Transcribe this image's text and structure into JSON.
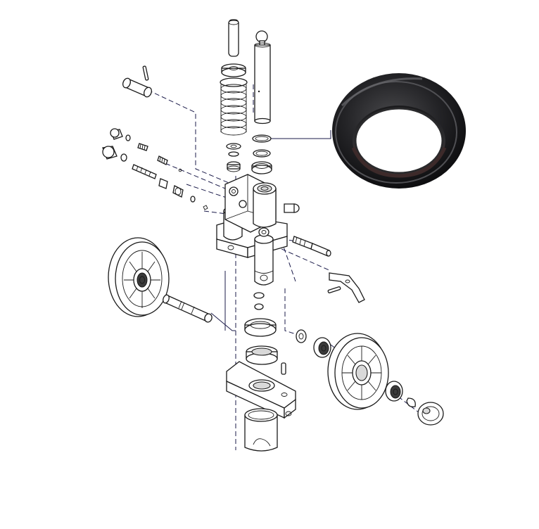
{
  "diagram": {
    "colors": {
      "line": "#1a1a1a",
      "leader": "#1b1b4a",
      "seal": "#1c1c1e",
      "background": "#ffffff"
    },
    "parts": [
      "push-rod",
      "pump-piston",
      "return-spring",
      "lever-pin",
      "release-valve-assembly",
      "pump-body",
      "steering-wheel-left",
      "wheel-axle",
      "thrust-bearing",
      "steering-yoke",
      "king-pin-tube",
      "steering-wheel-right",
      "wheel-bearing",
      "hub-cap",
      "lever-cam",
      "piston-seal-ring"
    ]
  }
}
